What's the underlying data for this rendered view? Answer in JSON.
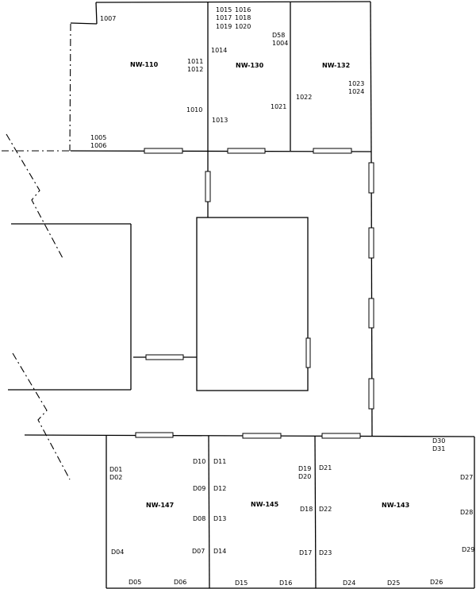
{
  "rooms": {
    "nw110": "NW-110",
    "nw130": "NW-130",
    "nw132": "NW-132",
    "nw147": "NW-147",
    "nw145": "NW-145",
    "nw143": "NW-143"
  },
  "outlets": {
    "o1007": "1007",
    "o1015": "1015",
    "o1016": "1016",
    "o1017": "1017",
    "o1018": "1018",
    "o1019": "1019",
    "o1020": "1020",
    "d58": "D58",
    "o1004": "1004",
    "o1014": "1014",
    "o1011": "1011",
    "o1012": "1012",
    "o1023": "1023",
    "o1024": "1024",
    "o1022": "1022",
    "o1021": "1021",
    "o1010": "1010",
    "o1013": "1013",
    "o1005": "1005",
    "o1006": "1006",
    "d30": "D30",
    "d31": "D31",
    "d10": "D10",
    "d11": "D11",
    "d01": "D01",
    "d02": "D02",
    "d19": "D19",
    "d20": "D20",
    "d21": "D21",
    "d27": "D27",
    "d09": "D09",
    "d12": "D12",
    "d18": "D18",
    "d22": "D22",
    "d28": "D28",
    "d08": "D08",
    "d13": "D13",
    "d04": "D04",
    "d07": "D07",
    "d14": "D14",
    "d17": "D17",
    "d23": "D23",
    "d29": "D29",
    "d05": "D05",
    "d06": "D06",
    "d15": "D15",
    "d16": "D16",
    "d24": "D24",
    "d25": "D25",
    "d26": "D26"
  }
}
